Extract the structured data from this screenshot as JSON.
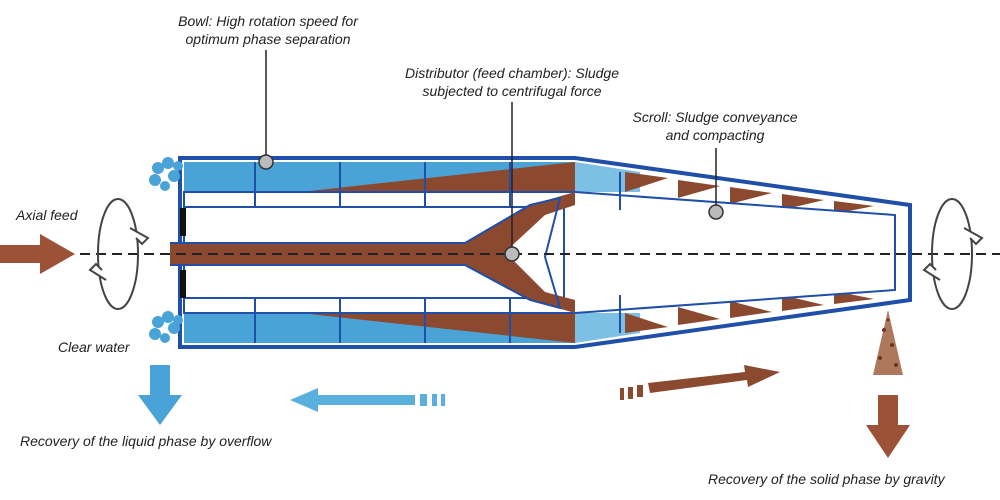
{
  "labels": {
    "bowl": {
      "line1": "Bowl: High rotation speed for",
      "line2": "optimum phase separation"
    },
    "distributor": {
      "line1": "Distributor (feed chamber): Sludge",
      "line2": "subjected to centrifugal force"
    },
    "scroll": {
      "line1": "Scroll: Sludge conveyance",
      "line2": "and compacting"
    },
    "axial_feed": "Axial feed",
    "clear_water": "Clear water",
    "liquid_recovery": "Recovery of the liquid phase by overflow",
    "solid_recovery": "Recovery of the solid phase by gravity"
  },
  "colors": {
    "bowl_outline": "#1f4fa8",
    "water": "#4aa3d6",
    "water_light": "#7cc0e6",
    "sludge": "#8b4a2f",
    "text": "#222222"
  }
}
